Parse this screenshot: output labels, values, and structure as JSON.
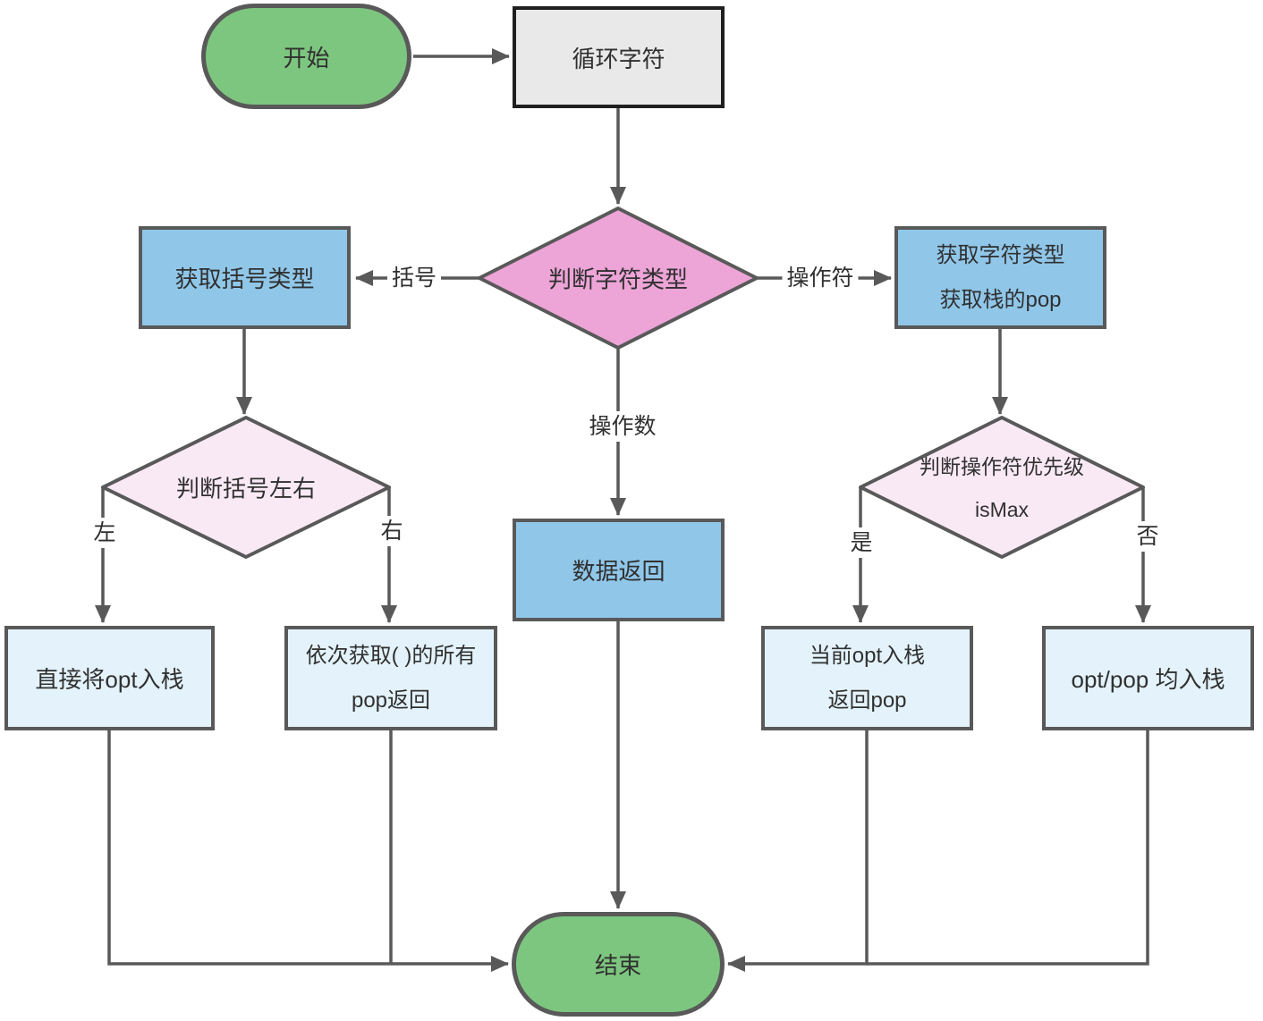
{
  "palette": {
    "green": "#7dc67f",
    "gray": "#e9e9e9",
    "blue": "#90c7e9",
    "bluelight": "#e4f3fb",
    "pink": "#eda4d7",
    "pinklight": "#f9e9f5",
    "stroke": "#595959",
    "dark": "#1f1f1f",
    "text": "#303030"
  },
  "nodes": {
    "start": {
      "label": "开始"
    },
    "loop_char": {
      "label": "循环字符"
    },
    "judge_char": {
      "label": "判断字符类型"
    },
    "get_bracket": {
      "label": "获取括号类型"
    },
    "get_char": {
      "line1": "获取字符类型",
      "line2": "获取栈的pop"
    },
    "judge_bracket": {
      "label": "判断括号左右"
    },
    "judge_priority": {
      "line1": "判断操作符优先级",
      "line2": "isMax"
    },
    "data_return": {
      "label": "数据返回"
    },
    "push_opt": {
      "label": "直接将opt入栈"
    },
    "get_paren_pops": {
      "line1": "依次获取( )的所有",
      "line2": "pop返回"
    },
    "cur_opt_push": {
      "line1": "当前opt入栈",
      "line2": "返回pop"
    },
    "opt_pop_push": {
      "label": "opt/pop 均入栈"
    },
    "end": {
      "label": "结束"
    }
  },
  "edges": [
    {
      "from": "start",
      "to": "loop_char",
      "label": ""
    },
    {
      "from": "loop_char",
      "to": "judge_char",
      "label": ""
    },
    {
      "from": "judge_char",
      "to": "get_bracket",
      "label": "括号"
    },
    {
      "from": "judge_char",
      "to": "get_char",
      "label": "操作符"
    },
    {
      "from": "judge_char",
      "to": "data_return",
      "label": "操作数"
    },
    {
      "from": "get_bracket",
      "to": "judge_bracket",
      "label": ""
    },
    {
      "from": "get_char",
      "to": "judge_priority",
      "label": ""
    },
    {
      "from": "judge_bracket",
      "to": "push_opt",
      "label": "左"
    },
    {
      "from": "judge_bracket",
      "to": "get_paren_pops",
      "label": "右"
    },
    {
      "from": "judge_priority",
      "to": "cur_opt_push",
      "label": "是"
    },
    {
      "from": "judge_priority",
      "to": "opt_pop_push",
      "label": "否"
    },
    {
      "from": "data_return",
      "to": "end",
      "label": ""
    },
    {
      "from": "push_opt",
      "to": "end",
      "label": ""
    },
    {
      "from": "get_paren_pops",
      "to": "end",
      "label": ""
    },
    {
      "from": "cur_opt_push",
      "to": "end",
      "label": ""
    },
    {
      "from": "opt_pop_push",
      "to": "end",
      "label": ""
    }
  ]
}
